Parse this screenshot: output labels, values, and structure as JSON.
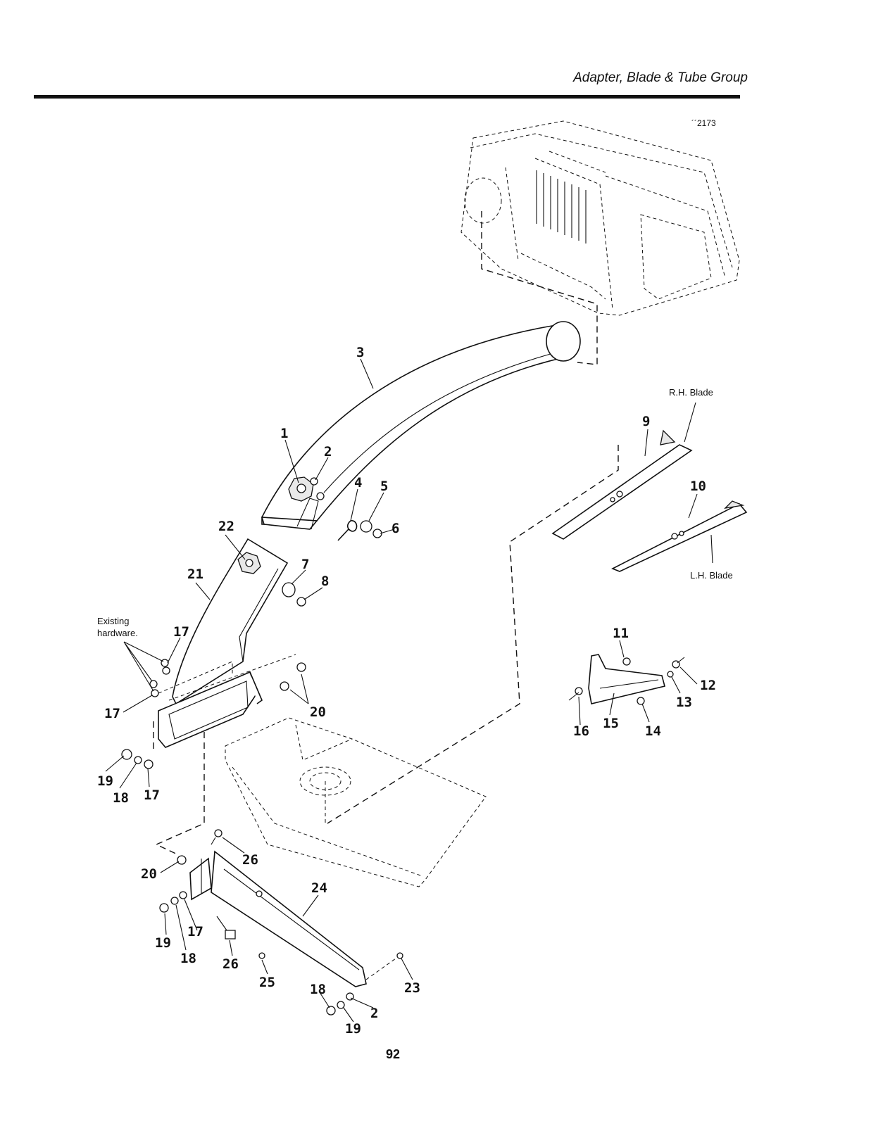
{
  "header": {
    "title": "Adapter, Blade & Tube Group"
  },
  "figure": {
    "number": "´´2173"
  },
  "annotations": {
    "rh_blade": "R.H. Blade",
    "lh_blade": "L.H. Blade",
    "existing_hardware": [
      "Existing",
      "hardware."
    ]
  },
  "callouts": [
    "1",
    "2",
    "3",
    "4",
    "5",
    "6",
    "7",
    "8",
    "9",
    "10",
    "11",
    "12",
    "13",
    "14",
    "15",
    "16",
    "17",
    "18",
    "19",
    "20",
    "21",
    "22",
    "23",
    "24",
    "25",
    "26"
  ],
  "page": {
    "number": "92"
  }
}
